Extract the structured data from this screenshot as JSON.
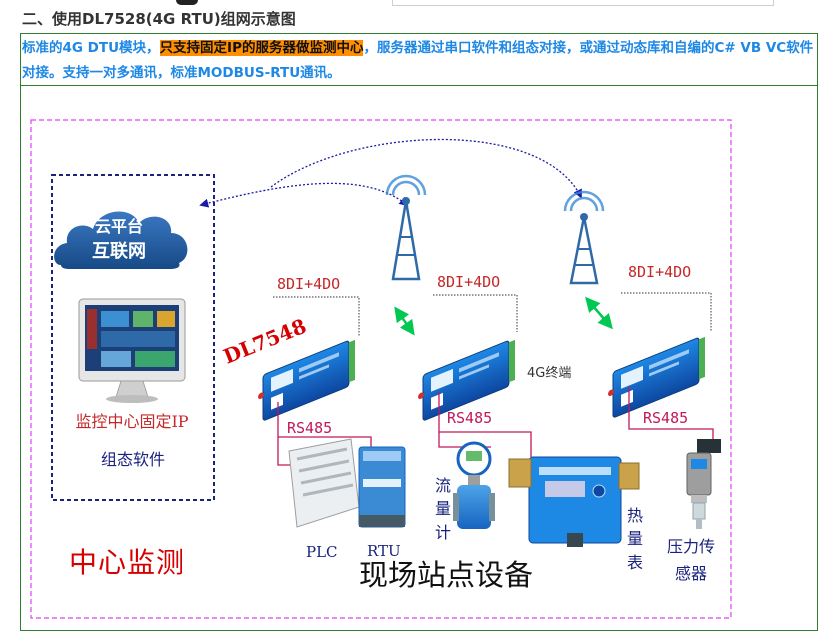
{
  "heading": "二、使用DL7528(4G RTU)组网示意图",
  "note": {
    "part1": "标准的4G DTU模块，",
    "highlight": "只支持固定IP的服务器做监测中心",
    "part2": "，服务器通过串口软件和组态对接，或通过动态库和自编的C#  VB  VC软件对接。支持一对多通讯，标准MODBUS-RTU通讯。"
  },
  "diagram": {
    "cloud_line1": "云平台",
    "cloud_line2": "互联网",
    "center_label1": "监控中心固定IP",
    "center_label2": "组态软件",
    "center_title": "中心监测",
    "field_title": "现场站点设备",
    "device_brand": "DL7548",
    "io_label": "8DI+4DO",
    "terminal_label": "4G终端",
    "bus_label": "RS485",
    "plc": "PLC",
    "rtu": "RTU",
    "flowmeter": "流量计",
    "heatmeter": "热量表",
    "pressure": "压力传感器"
  },
  "colors": {
    "heading_text": "#333333",
    "note_text": "#1e88e5",
    "highlight_bg": "#ff8f00",
    "frame_border": "#2e7d32",
    "outer_dashed": "#e040fb",
    "center_dashed": "#1a237e",
    "link_arrow": "#1a1aa6",
    "io_red": "#c62828",
    "rs485_pink": "#c2185b",
    "device_blue": "#1565c0",
    "cloud_blue": "#1e5a9e",
    "radio_green": "#00c853"
  }
}
